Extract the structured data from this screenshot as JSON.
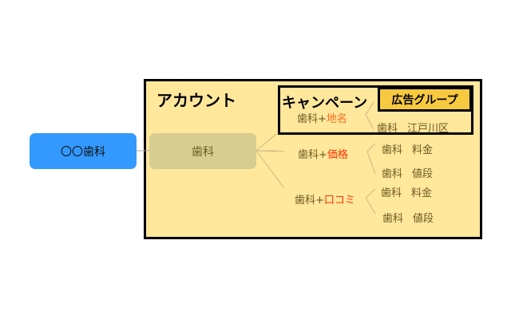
{
  "root": {
    "label": "〇〇歯科"
  },
  "account": {
    "title": "アカウント",
    "keyword_node": "歯科",
    "campaign_title": "キャンペーン",
    "ad_group_title": "広告グループ",
    "campaigns": [
      {
        "base": "歯科+",
        "accent": "地名",
        "children": [
          {
            "a": "歯科",
            "b": "江戸川区"
          }
        ]
      },
      {
        "base": "歯科+",
        "accent": "価格",
        "children": [
          {
            "a": "歯科",
            "b": "料金"
          },
          {
            "a": "歯科",
            "b": "値段"
          }
        ]
      },
      {
        "base": "歯科+",
        "accent": "口コミ",
        "children": [
          {
            "a": "歯科",
            "b": "料金"
          },
          {
            "a": "歯科",
            "b": "値段"
          }
        ]
      }
    ]
  },
  "colors": {
    "root": "#3399ff",
    "account_bg": "#ffe79c",
    "keyword_bg": "#d7cd90",
    "ad_group_bg": "#f7c940",
    "accent": "#ff3300"
  }
}
